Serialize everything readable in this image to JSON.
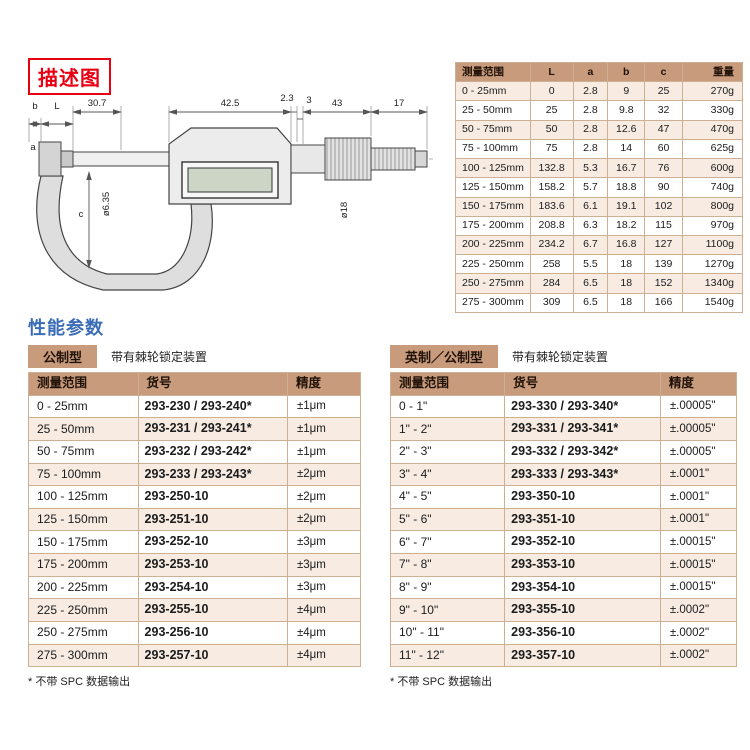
{
  "header": {
    "title": "描述图"
  },
  "colors": {
    "accent_red": "#e60012",
    "accent_blue": "#3b6db6",
    "table_header_tan": "#c79b7c",
    "row_alt_pink": "#f7ebe2"
  },
  "diagram": {
    "dims": {
      "b": "b",
      "L": "L",
      "w30_7": "30.7",
      "w42_5": "42.5",
      "w2_3": "2.3",
      "w3": "3",
      "w43": "43",
      "w17": "17",
      "a": "a",
      "c": "c",
      "dia_spindle": "ø6.35",
      "dia_thimble": "ø18"
    }
  },
  "dim_table": {
    "headers": [
      "测量范围",
      "L",
      "a",
      "b",
      "c",
      "重量"
    ],
    "rows": [
      [
        "0 - 25mm",
        "0",
        "2.8",
        "9",
        "25",
        "270g"
      ],
      [
        "25 - 50mm",
        "25",
        "2.8",
        "9.8",
        "32",
        "330g"
      ],
      [
        "50 - 75mm",
        "50",
        "2.8",
        "12.6",
        "47",
        "470g"
      ],
      [
        "75 - 100mm",
        "75",
        "2.8",
        "14",
        "60",
        "625g"
      ],
      [
        "100 - 125mm",
        "132.8",
        "5.3",
        "16.7",
        "76",
        "600g"
      ],
      [
        "125 - 150mm",
        "158.2",
        "5.7",
        "18.8",
        "90",
        "740g"
      ],
      [
        "150 - 175mm",
        "183.6",
        "6.1",
        "19.1",
        "102",
        "800g"
      ],
      [
        "175 - 200mm",
        "208.8",
        "6.3",
        "18.2",
        "115",
        "970g"
      ],
      [
        "200 - 225mm",
        "234.2",
        "6.7",
        "16.8",
        "127",
        "1100g"
      ],
      [
        "225 - 250mm",
        "258",
        "5.5",
        "18",
        "139",
        "1270g"
      ],
      [
        "250 - 275mm",
        "284",
        "6.5",
        "18",
        "152",
        "1340g"
      ],
      [
        "275 - 300mm",
        "309",
        "6.5",
        "18",
        "166",
        "1540g"
      ]
    ]
  },
  "performance": {
    "title": "性能参数",
    "metric": {
      "type_label": "公制型",
      "subtitle": "带有棘轮锁定装置",
      "headers": [
        "测量范围",
        "货号",
        "精度"
      ],
      "rows": [
        [
          "0 - 25mm",
          "293-230 / 293-240*",
          "±1μm"
        ],
        [
          "25 - 50mm",
          "293-231 / 293-241*",
          "±1μm"
        ],
        [
          "50 - 75mm",
          "293-232 / 293-242*",
          "±1μm"
        ],
        [
          "75 - 100mm",
          "293-233 / 293-243*",
          "±2μm"
        ],
        [
          "100 - 125mm",
          "293-250-10",
          "±2μm"
        ],
        [
          "125 - 150mm",
          "293-251-10",
          "±2μm"
        ],
        [
          "150 - 175mm",
          "293-252-10",
          "±3μm"
        ],
        [
          "175 - 200mm",
          "293-253-10",
          "±3μm"
        ],
        [
          "200 - 225mm",
          "293-254-10",
          "±3μm"
        ],
        [
          "225 - 250mm",
          "293-255-10",
          "±4μm"
        ],
        [
          "250 - 275mm",
          "293-256-10",
          "±4μm"
        ],
        [
          "275 - 300mm",
          "293-257-10",
          "±4μm"
        ]
      ],
      "footnote": "* 不带 SPC 数据输出"
    },
    "inch": {
      "type_label": "英制／公制型",
      "subtitle": "带有棘轮锁定装置",
      "headers": [
        "测量范围",
        "货号",
        "精度"
      ],
      "rows": [
        [
          "0 - 1\"",
          "293-330 / 293-340*",
          "±.00005\""
        ],
        [
          "1\" - 2\"",
          "293-331 / 293-341*",
          "±.00005\""
        ],
        [
          "2\" - 3\"",
          "293-332 / 293-342*",
          "±.00005\""
        ],
        [
          "3\" - 4\"",
          "293-333 / 293-343*",
          "±.0001\""
        ],
        [
          "4\" - 5\"",
          "293-350-10",
          "±.0001\""
        ],
        [
          "5\" - 6\"",
          "293-351-10",
          "±.0001\""
        ],
        [
          "6\" - 7\"",
          "293-352-10",
          "±.00015\""
        ],
        [
          "7\" - 8\"",
          "293-353-10",
          "±.00015\""
        ],
        [
          "8\" - 9\"",
          "293-354-10",
          "±.00015\""
        ],
        [
          "9\" - 10\"",
          "293-355-10",
          "±.0002\""
        ],
        [
          "10\" - 11\"",
          "293-356-10",
          "±.0002\""
        ],
        [
          "11\" - 12\"",
          "293-357-10",
          "±.0002\""
        ]
      ],
      "footnote": "* 不带 SPC 数据输出"
    }
  }
}
